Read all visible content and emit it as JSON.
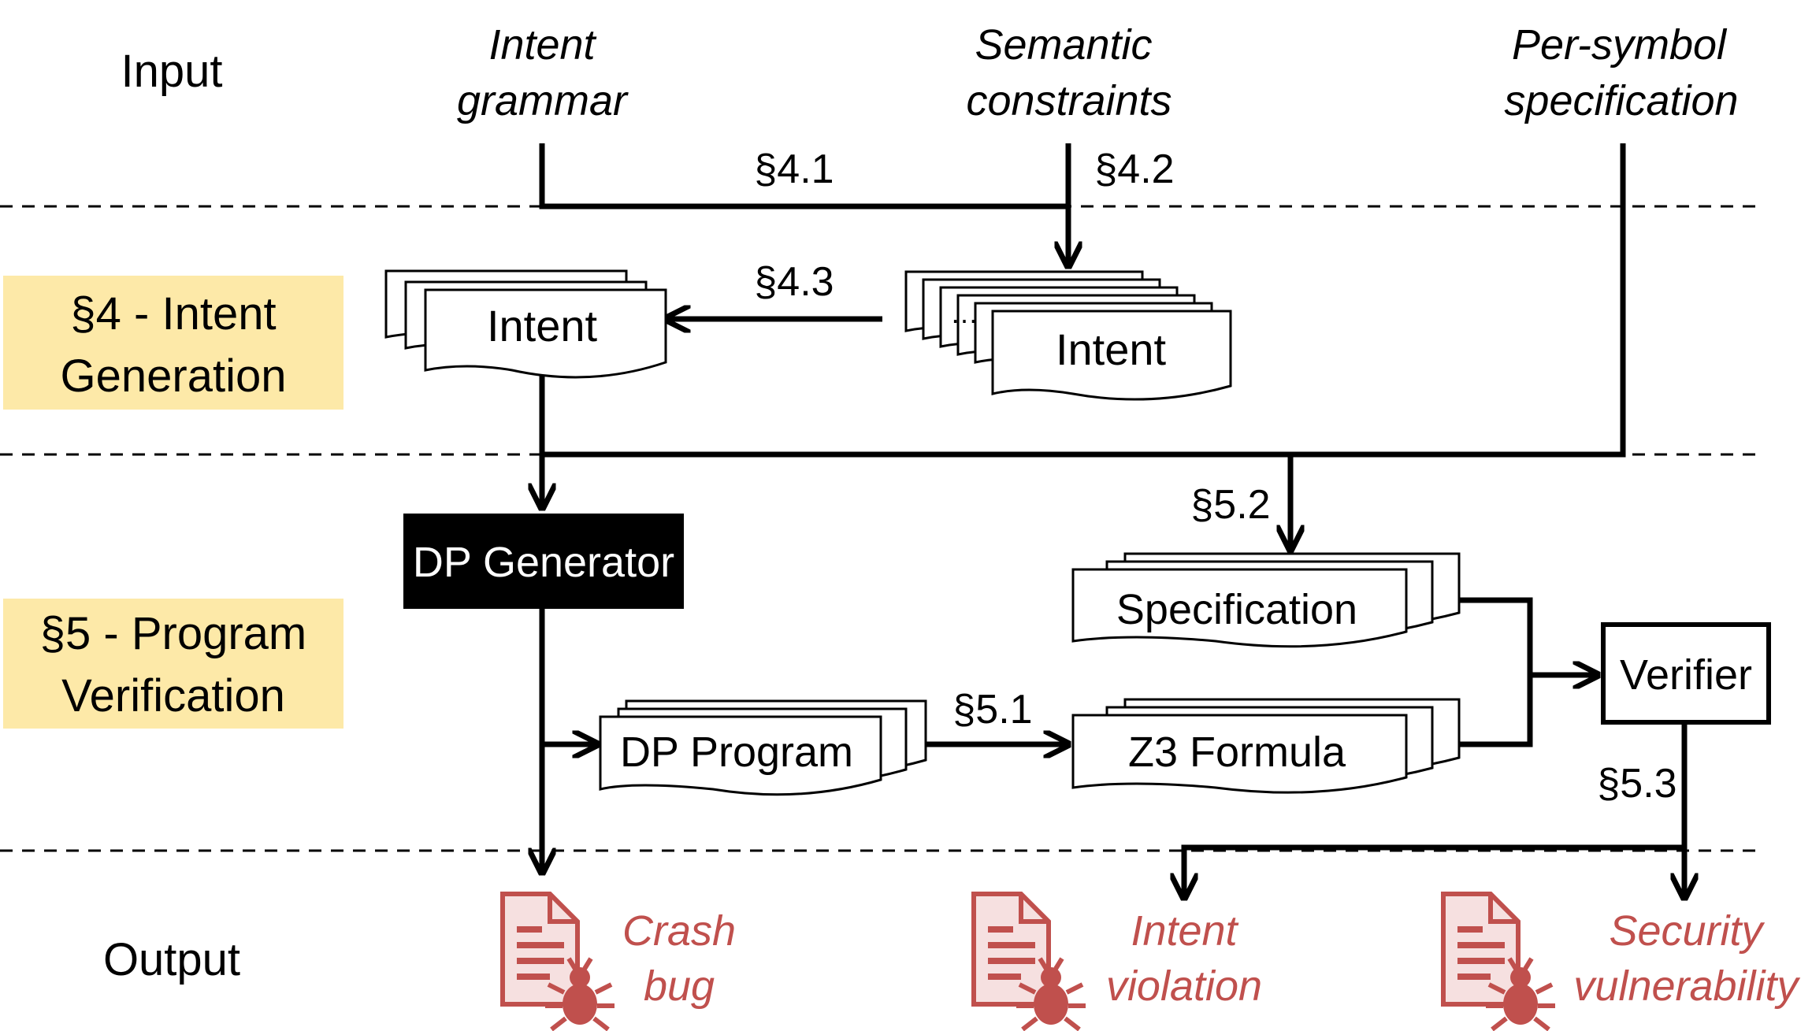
{
  "rows": {
    "input": "Input",
    "intent_generation": [
      "§4 - Intent",
      "Generation"
    ],
    "program_verification": [
      "§5 - Program",
      "Verification"
    ],
    "output": "Output"
  },
  "inputs": {
    "intent_grammar": [
      "Intent",
      "grammar"
    ],
    "semantic_constraints": [
      "Semantic",
      "constraints"
    ],
    "per_symbol_specification": [
      "Per-symbol",
      "specification"
    ]
  },
  "section_refs": {
    "s41": "§4.1",
    "s42": "§4.2",
    "s43": "§4.3",
    "s51": "§5.1",
    "s52": "§5.2",
    "s53": "§5.3"
  },
  "documents": {
    "intent_left": "Intent",
    "intent_right": "Intent",
    "intent_right_dots": "…",
    "specification": "Specification",
    "dp_program": "DP Program",
    "z3_formula": "Z3 Formula"
  },
  "boxes": {
    "dp_generator": "DP Generator",
    "verifier": "Verifier"
  },
  "outputs": {
    "crash_bug": [
      "Crash",
      "bug"
    ],
    "intent_violation": [
      "Intent",
      "violation"
    ],
    "security_vulnerability": [
      "Security",
      "vulnerability"
    ]
  },
  "colors": {
    "row_label_bg": "#fde9a8",
    "output_red": "#c0504d",
    "box_black": "#000000"
  },
  "icons": [
    "bug-report-icon"
  ]
}
